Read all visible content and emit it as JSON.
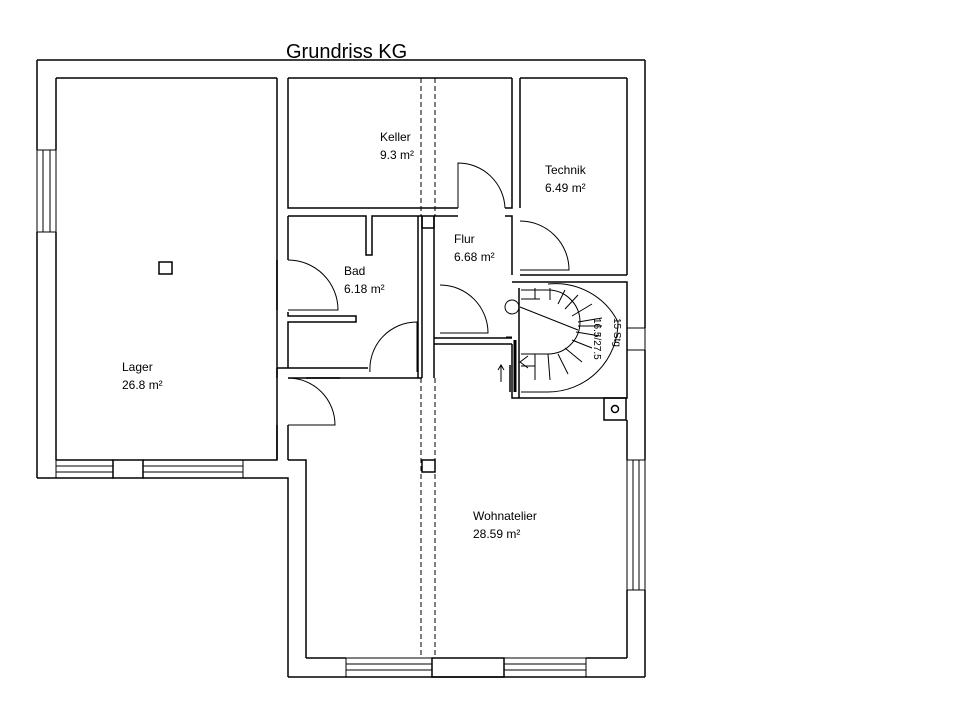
{
  "title": "Grundriss KG",
  "rooms": [
    {
      "name": "Lager",
      "area": "26.8 m²"
    },
    {
      "name": "Keller",
      "area": "9.3 m²"
    },
    {
      "name": "Technik",
      "area": "6.49 m²"
    },
    {
      "name": "Flur",
      "area": "6.68 m²"
    },
    {
      "name": "Bad",
      "area": "6.18 m²"
    },
    {
      "name": "Wohnatelier",
      "area": "28.59 m²"
    }
  ],
  "stair": {
    "steps": "15 Stg",
    "rise": "16.5/27.5"
  }
}
